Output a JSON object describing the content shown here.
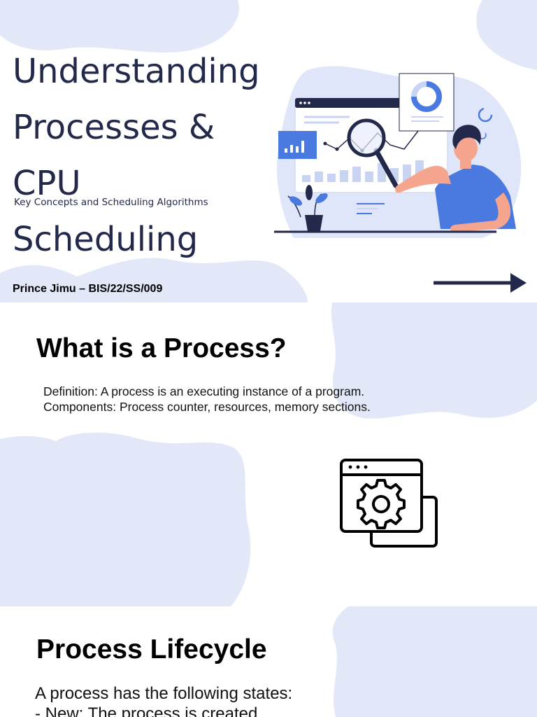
{
  "slide1": {
    "title": "Understanding Processes & CPU Scheduling",
    "subtitle": "Key Concepts and Scheduling Algorithms",
    "author": "Prince Jimu – BIS/22/SS/009",
    "icons": {
      "illustration": "data-analysis-illustration",
      "arrow": "arrow-right-icon"
    },
    "colors": {
      "accent": "#4a79e0",
      "dark": "#23294a",
      "blob": "#e2e8f8",
      "skin": "#f5a48e"
    }
  },
  "slide2": {
    "heading": "What is a Process?",
    "lines": [
      "Definition: A process is an executing instance of a program.",
      "Components: Process counter, resources, memory sections."
    ],
    "icon": "window-gear-icon"
  },
  "slide3": {
    "heading": "Process Lifecycle",
    "lines": [
      "A process has the following states:",
      "- New: The process is created."
    ]
  }
}
